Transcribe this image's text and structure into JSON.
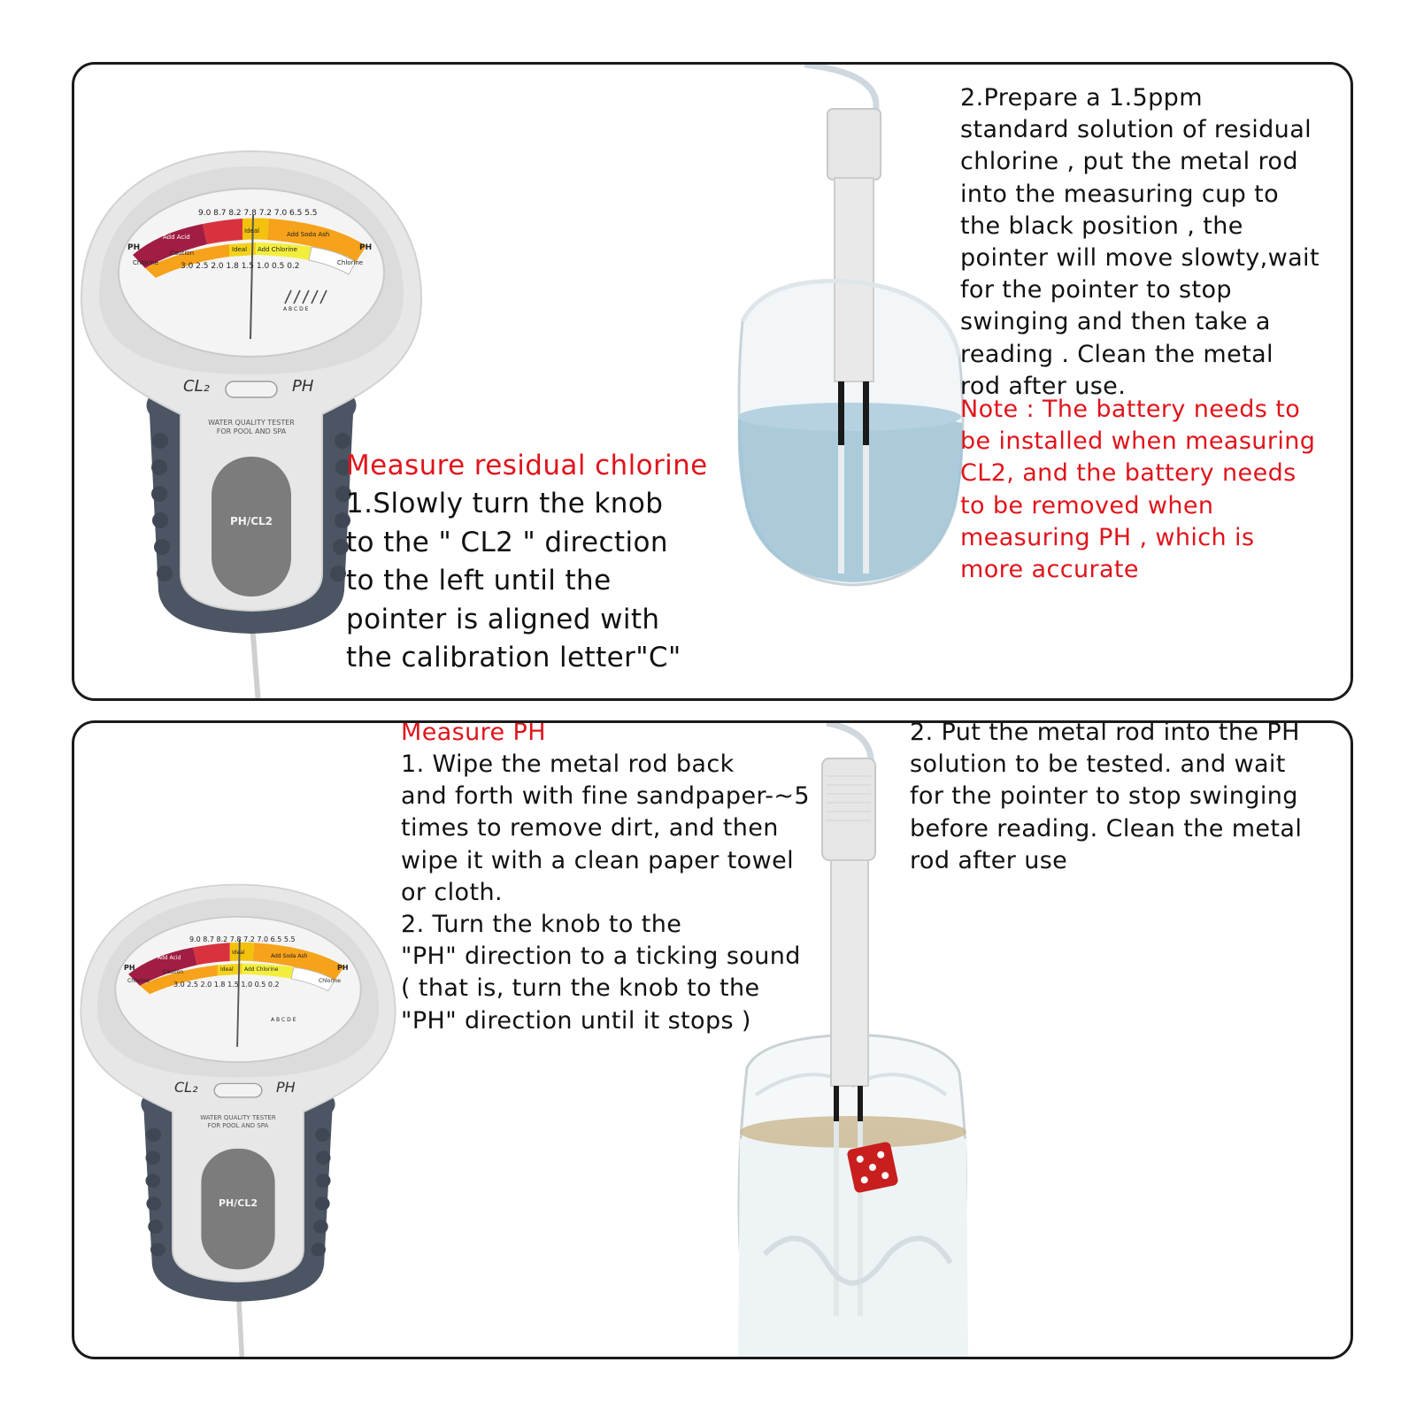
{
  "colors": {
    "accent_red": "#e0141b",
    "text": "#111111",
    "border": "#1a1a1a",
    "tester_body": "#e6e6e6",
    "tester_grip": "#4c5563",
    "water": "#9fc3d6"
  },
  "icons": [
    "water-tester-device",
    "probe-in-glass"
  ],
  "top_panel": {
    "heading": "Measure residual chlorine",
    "step1_lines": [
      "1.Slowly turn the knob",
      "to the \" CL2 \" direction",
      "to the left until the",
      "pointer is aligned with",
      "the calibration letter\"C\""
    ],
    "step2_lines": [
      "2.Prepare a 1.5ppm",
      "standard solution of residual",
      "chlorine , put the metal rod",
      "into the measuring cup to",
      "the black position , the",
      "pointer will move slowty,wait",
      "for the pointer to stop",
      "swinging and then take a",
      "reading . Clean the metal",
      "rod after use."
    ],
    "note_lines": [
      "Note : The battery needs to",
      "be installed when measuring",
      "CL2, and the battery needs",
      "to be removed when",
      "measuring PH , which is",
      "more accurate"
    ]
  },
  "bottom_panel": {
    "heading": "Measure PH",
    "step_lines": [
      "1. Wipe the metal rod back",
      "and forth with fine sandpaper-~5",
      "times to remove dirt, and then",
      "wipe it with a clean paper towel",
      "or cloth.",
      "2. Turn the knob to the",
      "\"PH\" direction to a ticking sound",
      "( that is, turn the knob to the",
      "\"PH\" direction until it stops )"
    ],
    "step2_lines": [
      "2. Put the metal rod into the PH",
      "solution to be tested. and wait",
      "for the pointer to stop swinging",
      "before reading. Clean the metal",
      "rod after use"
    ]
  },
  "device": {
    "cl_label": "CL₂",
    "ph_label": "PH",
    "tag_line1": "WATER QUALITY TESTER",
    "tag_line2": "FOR POOL AND SPA",
    "button_label": "PH/CL2",
    "dial_top_scale": "9.0  8.7 8.2 7.8  7.2 7.0    6.5  5.5",
    "dial_bottom_scale": "3.0 2.5  2.0  1.8 1.5 1.0 0.5 0.2",
    "dial_words": [
      "Add Acid",
      "Ideal",
      "Add Soda Ash",
      "Caution",
      "Ideal",
      "Add Chlorine"
    ],
    "dial_side_left": "PH",
    "dial_side_right": "PH",
    "dial_chlorine_left": "Chlorine",
    "dial_chlorine_right": "Chlorine",
    "dial_letters": "A B C D E"
  }
}
